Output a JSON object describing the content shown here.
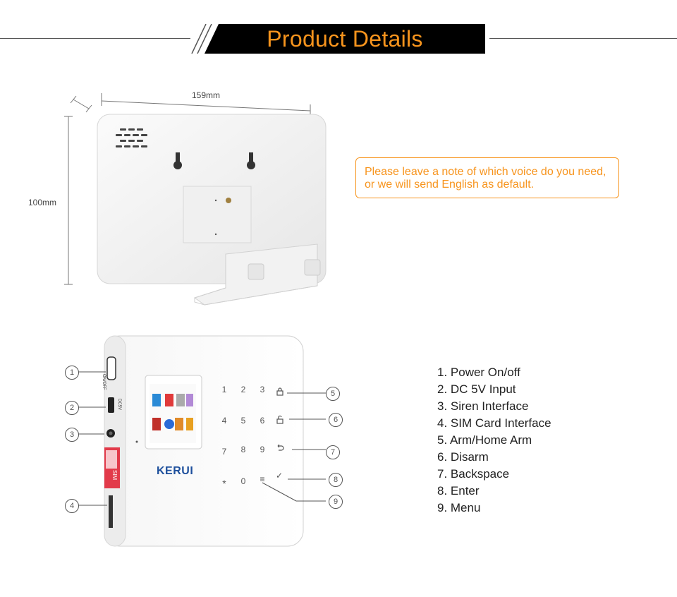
{
  "header": {
    "title": "Product Details"
  },
  "dimensions": {
    "width": "159mm",
    "height": "100mm"
  },
  "note": "Please leave a note of which voice do you need, or we will send English as default.",
  "device": {
    "brand": "KERUI",
    "side_labels": {
      "power": "ON/OFF",
      "dc": "DC5V",
      "sim": "SIM"
    },
    "keypad": [
      "1",
      "2",
      "3",
      "4",
      "5",
      "6",
      "7",
      "8",
      "9",
      "*",
      "0",
      "≡",
      "✓"
    ]
  },
  "callouts": [
    "1",
    "2",
    "3",
    "4",
    "5",
    "6",
    "7",
    "8",
    "9"
  ],
  "features": [
    "1. Power On/off",
    "2. DC 5V Input",
    "3. Siren Interface",
    "4. SIM Card Interface",
    "5. Arm/Home Arm",
    "6. Disarm",
    "7. Backspace",
    "8. Enter",
    "9. Menu"
  ],
  "colors": {
    "accent": "#f7941d",
    "banner_bg": "#000000",
    "device_body": "#f4f4f4"
  }
}
